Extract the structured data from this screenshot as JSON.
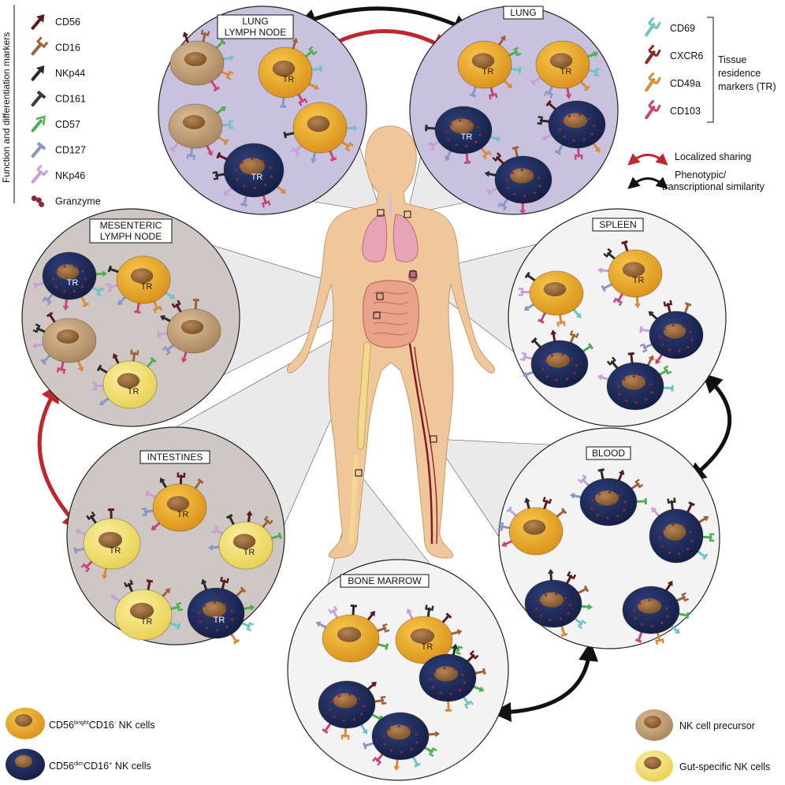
{
  "side_title": "Function and differentiation markers",
  "function_markers": [
    {
      "label": "CD56",
      "color": "#5a1a1f",
      "shape": "arrow"
    },
    {
      "label": "CD16",
      "color": "#a0603a",
      "shape": "fork"
    },
    {
      "label": "NKp44",
      "color": "#2a2a2a",
      "shape": "arrow"
    },
    {
      "label": "CD161",
      "color": "#3a3a3a",
      "shape": "tee"
    },
    {
      "label": "CD57",
      "color": "#4caf50",
      "shape": "arrow-open"
    },
    {
      "label": "CD127",
      "color": "#8a96c8",
      "shape": "tee"
    },
    {
      "label": "NKp46",
      "color": "#c9a0d6",
      "shape": "fork"
    },
    {
      "label": "Granzyme",
      "color": "#8a2a35",
      "shape": "dots"
    }
  ],
  "tr_markers": [
    {
      "label": "CD69",
      "color": "#6cc3c8"
    },
    {
      "label": "CXCR6",
      "color": "#8a2a20"
    },
    {
      "label": "CD49a",
      "color": "#d98a3a"
    },
    {
      "label": "CD103",
      "color": "#c8457a"
    }
  ],
  "tr_group_label": [
    "Tissue",
    "residence",
    "markers (TR)"
  ],
  "arrow_legend": [
    {
      "label": "Localized sharing",
      "color": "#c0262b"
    },
    {
      "label": "Phenotypic/ transcriptional similarity",
      "label_lines": [
        "Phenotypic/",
        "transcriptional similarity"
      ],
      "color": "#111111"
    }
  ],
  "tissues": [
    {
      "id": "lung-lymph-node",
      "label_lines": [
        "LUNG",
        "LYMPH NODE"
      ],
      "fill": "#c9c2de",
      "cells": [
        {
          "type": "precursor",
          "tr": false
        },
        {
          "type": "bright",
          "tr": true
        },
        {
          "type": "precursor",
          "tr": false
        },
        {
          "type": "bright",
          "tr": false
        },
        {
          "type": "dim",
          "tr": true
        }
      ]
    },
    {
      "id": "lung",
      "label_lines": [
        "LUNG"
      ],
      "fill": "#c9c2de",
      "cells": [
        {
          "type": "bright",
          "tr": true
        },
        {
          "type": "bright",
          "tr": true
        },
        {
          "type": "dim",
          "tr": true
        },
        {
          "type": "dim",
          "tr": false
        },
        {
          "type": "dim",
          "tr": false
        }
      ]
    },
    {
      "id": "mesenteric-lymph-node",
      "label_lines": [
        "MESENTERIC",
        "LYMPH NODE"
      ],
      "fill": "#cfc7c3",
      "cells": [
        {
          "type": "dim",
          "tr": true
        },
        {
          "type": "bright",
          "tr": true
        },
        {
          "type": "precursor",
          "tr": false
        },
        {
          "type": "precursor",
          "tr": false
        },
        {
          "type": "gut",
          "tr": true
        }
      ]
    },
    {
      "id": "spleen",
      "label_lines": [
        "SPLEEN"
      ],
      "fill": "#f3f3f3",
      "cells": [
        {
          "type": "bright",
          "tr": false
        },
        {
          "type": "bright",
          "tr": true
        },
        {
          "type": "dim",
          "tr": false
        },
        {
          "type": "dim",
          "tr": false
        },
        {
          "type": "dim",
          "tr": false
        }
      ]
    },
    {
      "id": "intestines",
      "label_lines": [
        "INTESTINES"
      ],
      "fill": "#cfc7c3",
      "cells": [
        {
          "type": "gut",
          "tr": true
        },
        {
          "type": "bright",
          "tr": true
        },
        {
          "type": "gut",
          "tr": true
        },
        {
          "type": "gut",
          "tr": true
        },
        {
          "type": "dim",
          "tr": true
        }
      ]
    },
    {
      "id": "blood",
      "label_lines": [
        "BLOOD"
      ],
      "fill": "#f3f3f3",
      "cells": [
        {
          "type": "bright",
          "tr": false
        },
        {
          "type": "dim",
          "tr": false
        },
        {
          "type": "dim",
          "tr": false
        },
        {
          "type": "dim",
          "tr": false
        },
        {
          "type": "dim",
          "tr": false
        }
      ]
    },
    {
      "id": "bone-marrow",
      "label_lines": [
        "BONE MARROW"
      ],
      "fill": "#f3f3f3",
      "cells": [
        {
          "type": "bright",
          "tr": false
        },
        {
          "type": "bright",
          "tr": true
        },
        {
          "type": "dim",
          "tr": false
        },
        {
          "type": "dim",
          "tr": false
        },
        {
          "type": "dim",
          "tr": false
        }
      ]
    }
  ],
  "tr_tag": "TR",
  "cell_legend": [
    {
      "type": "bright",
      "text_parts": [
        "CD56",
        "bright",
        "CD16",
        "-",
        " NK cells"
      ],
      "color": "#e8a820"
    },
    {
      "type": "dim",
      "text_parts": [
        "CD56",
        "dim",
        "CD16",
        "+",
        " NK cells"
      ],
      "color": "#1f2d5e"
    },
    {
      "type": "precursor",
      "label": "NK cell precursor",
      "color": "#c9a27a"
    },
    {
      "type": "gut",
      "label": "Gut-specific NK cells",
      "color": "#f3e07a"
    }
  ],
  "colors": {
    "bright_cell": "#e8a820",
    "dim_cell": "#1f2d5e",
    "precursor_cell": "#c9a27a",
    "gut_cell": "#f3e07a",
    "nucleus": "#9a6a3c",
    "body": "#f0c79a",
    "localized_arrow": "#c0262b"
  }
}
